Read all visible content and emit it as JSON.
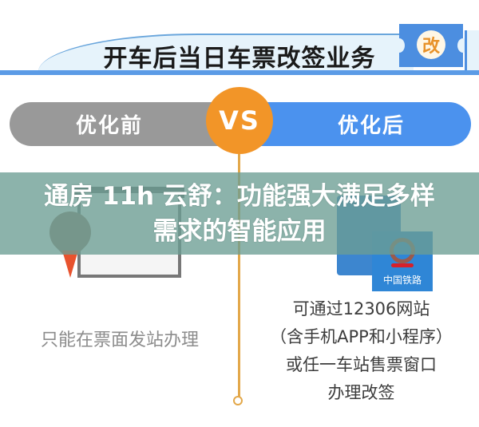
{
  "header": {
    "title": "开车后当日车票改签业务",
    "badge_char": "改"
  },
  "comparison": {
    "before_label": "优化前",
    "vs_label": "VS",
    "after_label": "优化后",
    "before_text": "只能在票面发站办理",
    "after_lines": [
      "可通过12306网站",
      "（含手机APP和小程序）",
      "或任一车站售票窗口",
      "办理改签"
    ]
  },
  "illustrations": {
    "right_logo_text": "中国铁路"
  },
  "overlay": {
    "title": "通房 11h 云舒：功能强大满足多样需求的智能应用"
  },
  "colors": {
    "header_blue": "#5b9be6",
    "before_gray": "#999999",
    "after_blue": "#4b92ee",
    "vs_orange": "#f29528",
    "timeline": "#e3a84a",
    "overlay": "#6c9e94"
  }
}
